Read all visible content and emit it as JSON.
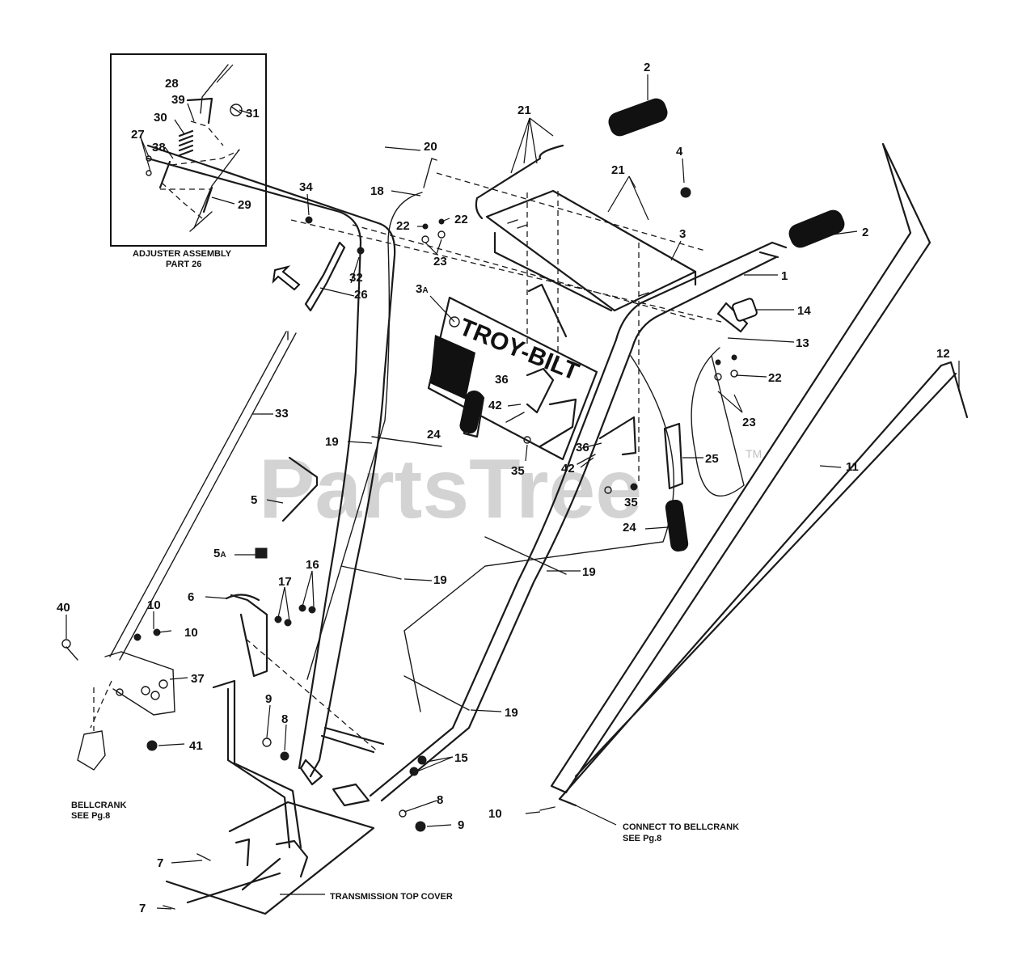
{
  "watermark": {
    "text": "PartsTree",
    "trademark": "TM"
  },
  "decal": {
    "logo_text": "TROY-BILT"
  },
  "inset": {
    "caption_line1": "ADJUSTER ASSEMBLY",
    "caption_line2": "PART 26"
  },
  "notes": {
    "bellcrank_left_1": "BELLCRANK",
    "bellcrank_left_2": "SEE Pg.8",
    "connect_1": "CONNECT TO BELLCRANK",
    "connect_2": "SEE Pg.8",
    "transmission": "TRANSMISSION TOP COVER"
  },
  "callouts": {
    "c1": "1",
    "c2a": "2",
    "c2b": "2",
    "c3": "3",
    "c3a": "3",
    "c3a_sub": "A",
    "c4": "4",
    "c5": "5",
    "c5a": "5",
    "c5a_sub": "A",
    "c6": "6",
    "c7a": "7",
    "c7b": "7",
    "c8a": "8",
    "c8b": "8",
    "c9a": "9",
    "c9b": "9",
    "c10a": "10",
    "c10b": "10",
    "c10c": "10",
    "c11": "11",
    "c12": "12",
    "c13": "13",
    "c14": "14",
    "c15": "15",
    "c16": "16",
    "c17": "17",
    "c18": "18",
    "c19a": "19",
    "c19b": "19",
    "c19c": "19",
    "c19d": "19",
    "c20": "20",
    "c21a": "21",
    "c21b": "21",
    "c22a": "22",
    "c22b": "22",
    "c22c": "22",
    "c23a": "23",
    "c23b": "23",
    "c24a": "24",
    "c24b": "24",
    "c25": "25",
    "c26": "26",
    "c27": "27",
    "c28": "28",
    "c29": "29",
    "c30": "30",
    "c31": "31",
    "c32": "32",
    "c33": "33",
    "c34": "34",
    "c35a": "35",
    "c35b": "35",
    "c36a": "36",
    "c36b": "36",
    "c37": "37",
    "c38": "38",
    "c39": "39",
    "c40": "40",
    "c41": "41",
    "c42a": "42",
    "c42b": "42"
  }
}
